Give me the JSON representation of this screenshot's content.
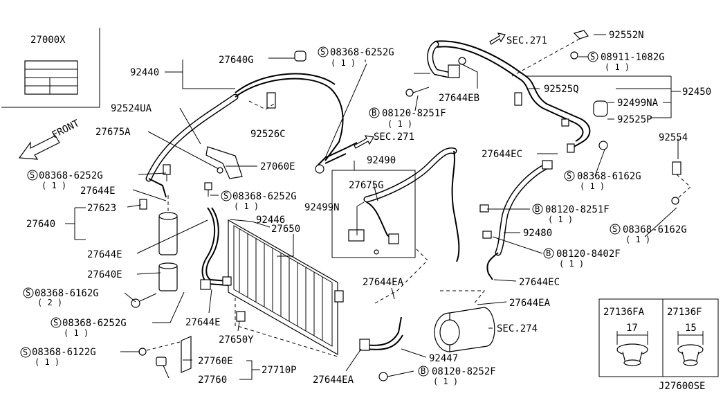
{
  "sheet_code": "J27600SE",
  "label_box": {
    "part_no": "27000X"
  },
  "front_arrow": {
    "text": "FRONT"
  },
  "labels": {
    "l_92440": "92440",
    "l_27640G": "27640G",
    "l_08368_6252G_top": "08368-6252G",
    "l_08368_6252G_top_q": "( 1 )",
    "l_92524UA": "92524UA",
    "l_92526C": "92526C",
    "l_27675A": "27675A",
    "l_27060E": "27060E",
    "l_08368_6252G_left": "08368-6252G",
    "l_08368_6252G_left_q": "( 1 )",
    "l_27644E_a": "27644E",
    "l_08368_6252G_mid": "08368-6252G",
    "l_08368_6252G_mid_q": "( 1 )",
    "l_27623": "27623",
    "l_27640": "27640",
    "l_92446": "92446",
    "l_27644E_b": "27644E",
    "l_27650": "27650",
    "l_27640E": "27640E",
    "l_08368_6162G_left": "08368-6162G",
    "l_08368_6162G_left_q": "( 2 )",
    "l_08368_6252G_low": "08368-6252G",
    "l_08368_6252G_low_q": "( 1 )",
    "l_27644E_c": "27644E",
    "l_27650Y": "27650Y",
    "l_08368_6122G": "08368-6122G",
    "l_08368_6122G_q": "( 1 )",
    "l_27760E": "27760E",
    "l_27710P": "27710P",
    "l_27760": "27760",
    "l_sec271_a": "SEC.271",
    "l_sec271_b": "SEC.271",
    "l_27644EB": "27644EB",
    "l_08120_8251F_top": "08120-8251F",
    "l_08120_8251F_top_q": "( 1 )",
    "l_92490": "92490",
    "l_27675G": "27675G",
    "l_92499N": "92499N",
    "l_92552N": "92552N",
    "l_08911_1082G": "08911-1082G",
    "l_08911_1082G_q": "( 1 )",
    "l_92525Q": "92525Q",
    "l_92450": "92450",
    "l_92499NA": "92499NA",
    "l_92525P": "92525P",
    "l_27644EC_a": "27644EC",
    "l_08368_6162G_mid": "08368-6162G",
    "l_08368_6162G_mid_q": "( 1 )",
    "l_92554": "92554",
    "l_08120_8251F_mid": "08120-8251F",
    "l_08120_8251F_mid_q": "( 1 )",
    "l_08368_6162G_right": "08368-6162G",
    "l_08368_6162G_right_q": "( 1 )",
    "l_92480": "92480",
    "l_08120_8402F": "08120-8402F",
    "l_08120_8402F_q": "( 1 )",
    "l_27644EA_a": "27644EA",
    "l_27644EC_b": "27644EC",
    "l_27644EA_b": "27644EA",
    "l_sec274": "SEC.274",
    "l_92447": "92447",
    "l_27644EA_c": "27644EA",
    "l_08120_8252F": "08120-8252F",
    "l_08120_8252F_q": "( 1 )"
  },
  "symbols": {
    "screw": "S",
    "bolt": "B"
  },
  "inset": {
    "left": {
      "part_no": "27136FA",
      "size": "17"
    },
    "right": {
      "part_no": "27136F",
      "size": "15"
    }
  }
}
